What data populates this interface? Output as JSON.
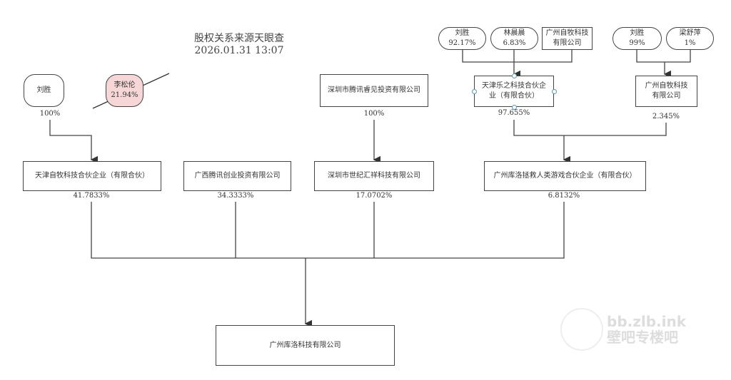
{
  "header": {
    "title": "股权关系来源天眼查",
    "timestamp": "2026.01.31 13:07"
  },
  "nodes": {
    "liusheng_left": {
      "name": "刘胜",
      "pct": "100%"
    },
    "lisonglun": {
      "name": "李松伦",
      "pct": "21.94%"
    },
    "tencent_ruijian": {
      "name": "深圳市腾讯睿见投资有限公司",
      "pct": "100%"
    },
    "top_liusheng": {
      "name": "刘胜",
      "pct": "92.17%"
    },
    "top_linchenchen": {
      "name": "林晨晨",
      "pct": "6.83%"
    },
    "top_zimu": {
      "name1": "广州自牧科技",
      "name2": "有限公司"
    },
    "top_liusheng2": {
      "name": "刘胜",
      "pct": "99%"
    },
    "top_liangshuping": {
      "name": "梁舒萍",
      "pct": "1%"
    },
    "tianjin_lezhi": {
      "name1": "天津乐之科技合伙企",
      "name2": "业（有限合伙）",
      "pct": "97.655%"
    },
    "guangzhou_zimu": {
      "name1": "广州自牧科技",
      "name2": "有限公司",
      "pct": "2.345%"
    },
    "tianjin_zimu": {
      "name": "天津自牧科技合伙企业（有限合伙）",
      "pct": "41.7833%"
    },
    "guangxi_tencent": {
      "name": "广西腾讯创业投资有限公司",
      "pct": "34.3333%"
    },
    "shiji_huixiang": {
      "name": "深圳市世纪汇祥科技有限公司",
      "pct": "17.0702%"
    },
    "kuro_zhengjiu": {
      "name": "广州库洛拯救人类游戏合伙企业（有限合伙）",
      "pct": "6.8132%"
    },
    "kuro": {
      "name": "广州库洛科技有限公司"
    }
  },
  "watermark": {
    "line1": "bb.zlb.ink",
    "line2": "壁吧专楼吧"
  }
}
